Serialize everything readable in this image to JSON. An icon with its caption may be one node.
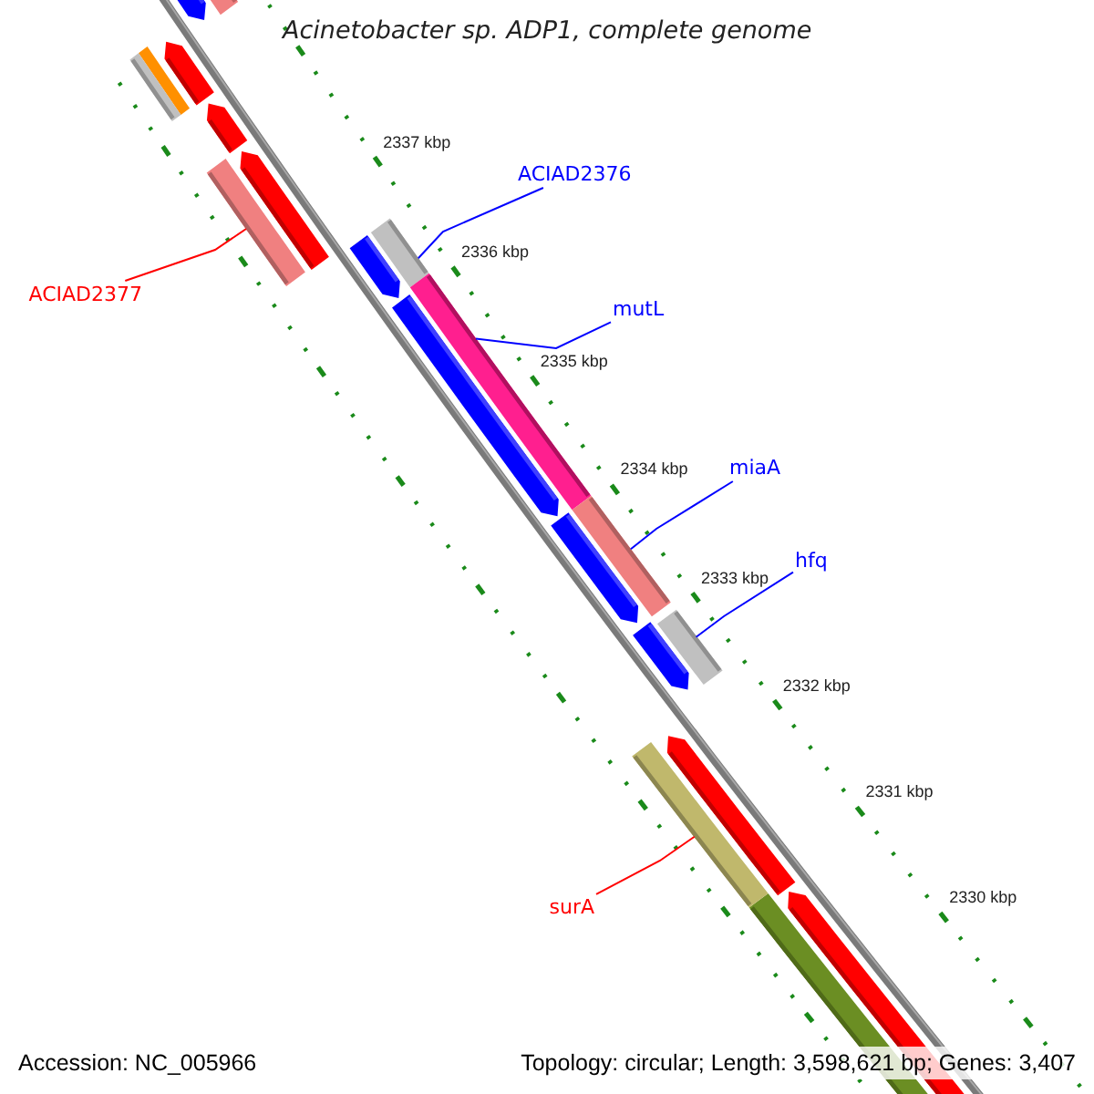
{
  "diagram": {
    "title": "Acinetobacter sp. ADP1, complete genome",
    "nodes": [
      {
        "text": [
          "ACIAD2376"
        ]
      },
      {
        "text": [
          "mutL"
        ]
      },
      {
        "text": [
          "miaA"
        ]
      },
      {
        "text": [
          "hfq"
        ]
      },
      {
        "text": [
          "ACIAD2377"
        ]
      },
      {
        "text": [
          "surA"
        ]
      },
      {
        "text": [],
        "shape": "bar"
      },
      {
        "text": [],
        "shape": "bar"
      },
      {
        "text": [],
        "shape": "bar"
      },
      {
        "text": [],
        "shape": "bar"
      },
      {
        "text": [],
        "shape": "bar"
      },
      {
        "text": [],
        "shape": "bar"
      },
      {
        "text": [],
        "shape": "bar"
      }
    ],
    "edges": [
      {
        "from": 0,
        "to": 6,
        "arrow": "none"
      },
      {
        "from": 1,
        "to": 7,
        "arrow": "none"
      },
      {
        "from": 2,
        "to": 8,
        "arrow": "none"
      },
      {
        "from": 3,
        "to": 9,
        "arrow": "none"
      },
      {
        "from": 4,
        "to": 10,
        "arrow": "none",
        "color": "#ff0000"
      },
      {
        "from": 5,
        "to": 11,
        "arrow": "none",
        "color": "#ff0000"
      }
    ],
    "labels": [
      "2337 kbp",
      "2336 kbp",
      "2335 kbp",
      "2334 kbp",
      "2333 kbp",
      "2332 kbp",
      "2331 kbp",
      "2330 kbp",
      "Accession: NC_005966",
      "Topology: circular; Length: 3,598,621 bp; Genes: 3,407"
    ]
  }
}
